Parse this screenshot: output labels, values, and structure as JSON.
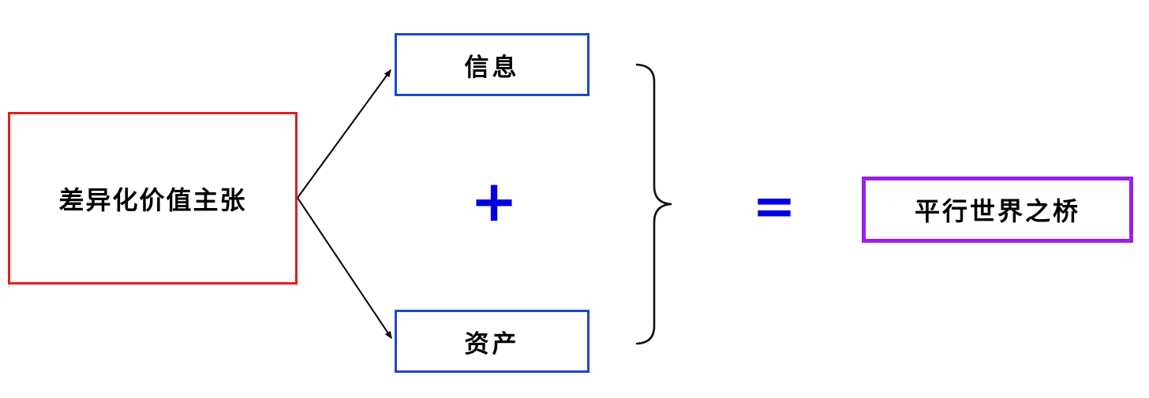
{
  "diagram": {
    "source_box": {
      "label": "差异化价值主张",
      "border_color": "#e02020"
    },
    "component_boxes": [
      {
        "label": "信息",
        "border_color": "#1b4ac8"
      },
      {
        "label": "资产",
        "border_color": "#1b4ac8"
      }
    ],
    "operators": {
      "plus": "+",
      "equals": "=",
      "color": "#0000e0"
    },
    "result_box": {
      "label": "平行世界之桥",
      "border_color": "#9c1fe8"
    },
    "connectors": {
      "arrow_color": "#000000",
      "brace_color": "#000000"
    }
  }
}
